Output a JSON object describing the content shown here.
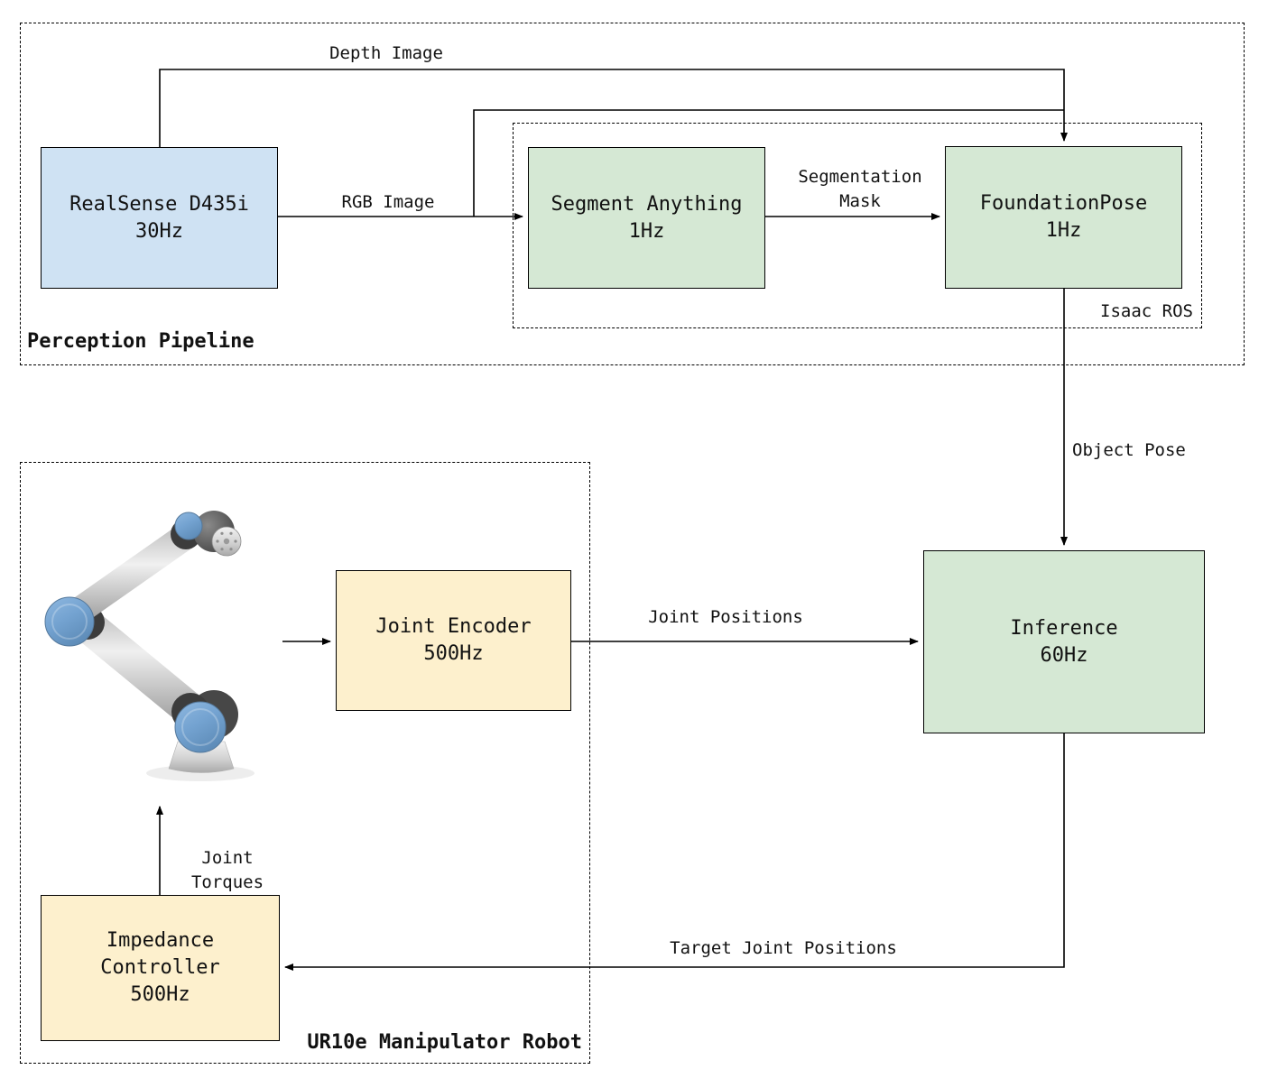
{
  "diagram": {
    "colors": {
      "background": "#ffffff",
      "line": "#000000",
      "text": "#111111",
      "node_blue": "#cfe2f3",
      "node_green": "#d5e8d4",
      "node_yellow": "#fdf0cd",
      "robot_blue": "#74a3d1",
      "robot_metal": "#d9d9d9",
      "robot_dark": "#3c3c3c"
    },
    "groups": {
      "perception": {
        "label": "Perception Pipeline"
      },
      "isaac": {
        "label": "Isaac ROS"
      },
      "ur10e": {
        "label": "UR10e Manipulator Robot"
      }
    },
    "nodes": {
      "realsense": {
        "line1": "RealSense D435i",
        "line2": "30Hz",
        "color": "node_blue"
      },
      "segment_anything": {
        "line1": "Segment Anything",
        "line2": "1Hz",
        "color": "node_green"
      },
      "foundationpose": {
        "line1": "FoundationPose",
        "line2": "1Hz",
        "color": "node_green"
      },
      "inference": {
        "line1": "Inference",
        "line2": "60Hz",
        "color": "node_green"
      },
      "joint_encoder": {
        "line1": "Joint Encoder",
        "line2": "500Hz",
        "color": "node_yellow"
      },
      "impedance_controller": {
        "line1": "Impedance",
        "line2": "Controller",
        "line3": "500Hz",
        "color": "node_yellow"
      }
    },
    "edges": {
      "depth_image": {
        "label": "Depth Image"
      },
      "rgb_image": {
        "label": "RGB Image"
      },
      "segmentation_mask": {
        "line1": "Segmentation",
        "line2": "Mask"
      },
      "object_pose": {
        "label": "Object Pose"
      },
      "joint_positions": {
        "label": "Joint Positions"
      },
      "target_joint_positions": {
        "label": "Target Joint Positions"
      },
      "joint_torques": {
        "line1": "Joint",
        "line2": "Torques"
      }
    }
  }
}
